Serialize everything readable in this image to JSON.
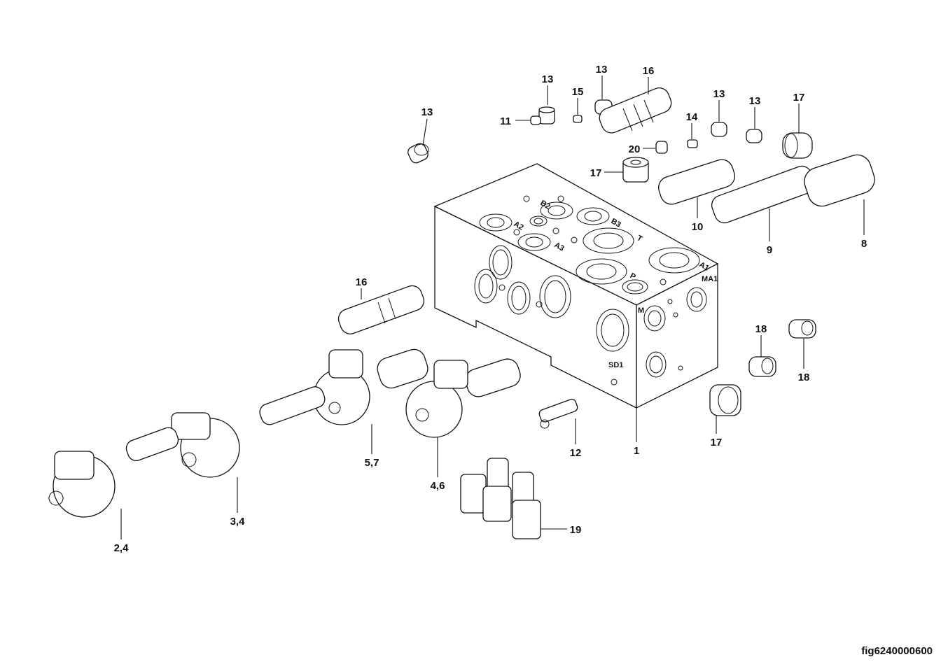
{
  "figure_id": "fig6240000600",
  "block_markings": [
    "B2",
    "A2",
    "B3",
    "T",
    "A3",
    "A1",
    "P",
    "MA1",
    "M",
    "SD1"
  ],
  "callouts": {
    "c13a": "13",
    "c11": "11",
    "c13b": "13",
    "c15": "15",
    "c13c": "13",
    "c16a": "16",
    "c13d": "13",
    "c14": "14",
    "c20": "20",
    "c13e": "13",
    "c17a": "17",
    "c17b": "17",
    "c10": "10",
    "c9": "9",
    "c8": "8",
    "c16b": "16",
    "c18a": "18",
    "c18b": "18",
    "c17c": "17",
    "c12": "12",
    "c1": "1",
    "c57": "5,7",
    "c46": "4,6",
    "c34": "3,4",
    "c24": "2,4",
    "c19": "19"
  }
}
